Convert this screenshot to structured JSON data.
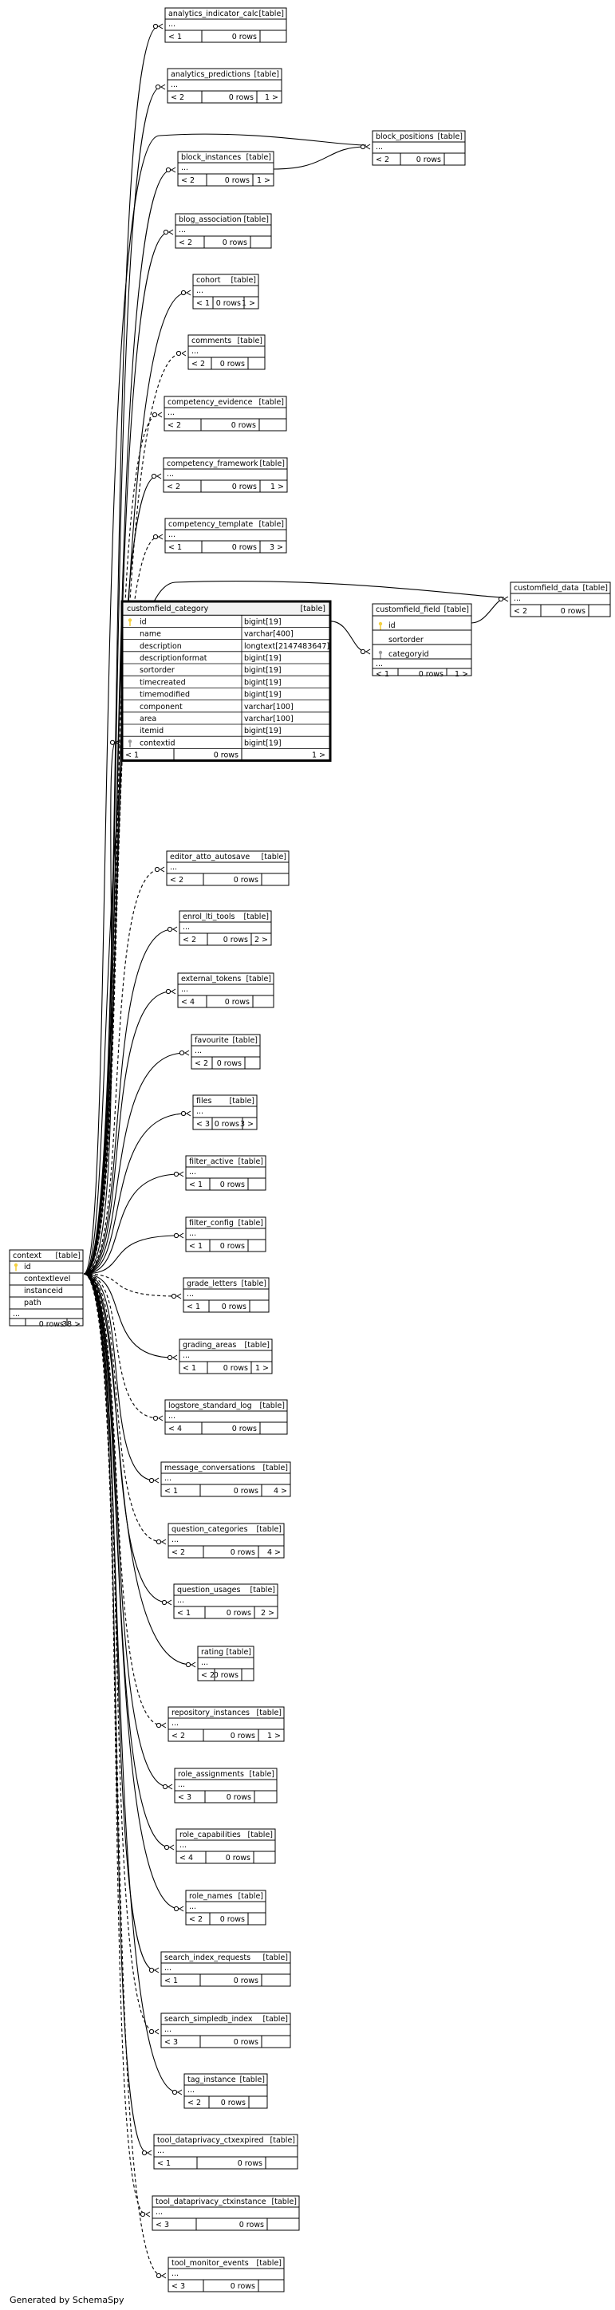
{
  "footer": "Generated by SchemaSpy",
  "tables": {
    "analytics_indicator_calc": {
      "name": "analytics_indicator_calc",
      "tag": "[table]",
      "ellipsis": "...",
      "parents": "< 1",
      "rows": "0 rows",
      "children": ""
    },
    "analytics_predictions": {
      "name": "analytics_predictions",
      "tag": "[table]",
      "ellipsis": "...",
      "parents": "< 2",
      "rows": "0 rows",
      "children": "1 >"
    },
    "block_positions": {
      "name": "block_positions",
      "tag": "[table]",
      "ellipsis": "...",
      "parents": "< 2",
      "rows": "0 rows",
      "children": ""
    },
    "block_instances": {
      "name": "block_instances",
      "tag": "[table]",
      "ellipsis": "...",
      "parents": "< 2",
      "rows": "0 rows",
      "children": "1 >"
    },
    "blog_association": {
      "name": "blog_association",
      "tag": "[table]",
      "ellipsis": "...",
      "parents": "< 2",
      "rows": "0 rows",
      "children": ""
    },
    "cohort": {
      "name": "cohort",
      "tag": "[table]",
      "ellipsis": "...",
      "parents": "< 1",
      "rows": "0 rows",
      "children": "1 >"
    },
    "comments": {
      "name": "comments",
      "tag": "[table]",
      "ellipsis": "...",
      "parents": "< 2",
      "rows": "0 rows",
      "children": ""
    },
    "competency_evidence": {
      "name": "competency_evidence",
      "tag": "[table]",
      "ellipsis": "...",
      "parents": "< 2",
      "rows": "0 rows",
      "children": ""
    },
    "competency_framework": {
      "name": "competency_framework",
      "tag": "[table]",
      "ellipsis": "...",
      "parents": "< 2",
      "rows": "0 rows",
      "children": "1 >"
    },
    "competency_template": {
      "name": "competency_template",
      "tag": "[table]",
      "ellipsis": "...",
      "parents": "< 1",
      "rows": "0 rows",
      "children": "3 >"
    },
    "customfield_data": {
      "name": "customfield_data",
      "tag": "[table]",
      "ellipsis": "...",
      "parents": "< 2",
      "rows": "0 rows",
      "children": ""
    },
    "customfield_field": {
      "name": "customfield_field",
      "tag": "[table]",
      "ellipsis": "...",
      "parents": "< 1",
      "rows": "0 rows",
      "children": "1 >",
      "columns": [
        {
          "name": "id",
          "key": "pk"
        },
        {
          "name": "sortorder",
          "key": ""
        },
        {
          "name": "categoryid",
          "key": "fk"
        }
      ]
    },
    "customfield_category": {
      "name": "customfield_category",
      "tag": "[table]",
      "parents": "< 1",
      "rows": "0 rows",
      "children": "1 >",
      "columns": [
        {
          "name": "id",
          "type": "bigint[19]",
          "key": "pk"
        },
        {
          "name": "name",
          "type": "varchar[400]",
          "key": ""
        },
        {
          "name": "description",
          "type": "longtext[2147483647]",
          "key": ""
        },
        {
          "name": "descriptionformat",
          "type": "bigint[19]",
          "key": ""
        },
        {
          "name": "sortorder",
          "type": "bigint[19]",
          "key": ""
        },
        {
          "name": "timecreated",
          "type": "bigint[19]",
          "key": ""
        },
        {
          "name": "timemodified",
          "type": "bigint[19]",
          "key": ""
        },
        {
          "name": "component",
          "type": "varchar[100]",
          "key": ""
        },
        {
          "name": "area",
          "type": "varchar[100]",
          "key": ""
        },
        {
          "name": "itemid",
          "type": "bigint[19]",
          "key": ""
        },
        {
          "name": "contextid",
          "type": "bigint[19]",
          "key": "fk"
        }
      ]
    },
    "context": {
      "name": "context",
      "tag": "[table]",
      "ellipsis": "...",
      "parents": "",
      "rows": "0 rows",
      "children": "38 >",
      "columns": [
        {
          "name": "id",
          "key": "pk"
        },
        {
          "name": "contextlevel",
          "key": ""
        },
        {
          "name": "instanceid",
          "key": ""
        },
        {
          "name": "path",
          "key": ""
        }
      ]
    },
    "editor_atto_autosave": {
      "name": "editor_atto_autosave",
      "tag": "[table]",
      "ellipsis": "...",
      "parents": "< 2",
      "rows": "0 rows",
      "children": ""
    },
    "enrol_lti_tools": {
      "name": "enrol_lti_tools",
      "tag": "[table]",
      "ellipsis": "...",
      "parents": "< 2",
      "rows": "0 rows",
      "children": "2 >"
    },
    "external_tokens": {
      "name": "external_tokens",
      "tag": "[table]",
      "ellipsis": "...",
      "parents": "< 4",
      "rows": "0 rows",
      "children": ""
    },
    "favourite": {
      "name": "favourite",
      "tag": "[table]",
      "ellipsis": "...",
      "parents": "< 2",
      "rows": "0 rows",
      "children": ""
    },
    "files": {
      "name": "files",
      "tag": "[table]",
      "ellipsis": "...",
      "parents": "< 3",
      "rows": "0 rows",
      "children": "3 >"
    },
    "filter_active": {
      "name": "filter_active",
      "tag": "[table]",
      "ellipsis": "...",
      "parents": "< 1",
      "rows": "0 rows",
      "children": ""
    },
    "filter_config": {
      "name": "filter_config",
      "tag": "[table]",
      "ellipsis": "...",
      "parents": "< 1",
      "rows": "0 rows",
      "children": ""
    },
    "grade_letters": {
      "name": "grade_letters",
      "tag": "[table]",
      "ellipsis": "...",
      "parents": "< 1",
      "rows": "0 rows",
      "children": ""
    },
    "grading_areas": {
      "name": "grading_areas",
      "tag": "[table]",
      "ellipsis": "...",
      "parents": "< 1",
      "rows": "0 rows",
      "children": "1 >"
    },
    "logstore_standard_log": {
      "name": "logstore_standard_log",
      "tag": "[table]",
      "ellipsis": "...",
      "parents": "< 4",
      "rows": "0 rows",
      "children": ""
    },
    "message_conversations": {
      "name": "message_conversations",
      "tag": "[table]",
      "ellipsis": "...",
      "parents": "< 1",
      "rows": "0 rows",
      "children": "4 >"
    },
    "question_categories": {
      "name": "question_categories",
      "tag": "[table]",
      "ellipsis": "...",
      "parents": "< 2",
      "rows": "0 rows",
      "children": "4 >"
    },
    "question_usages": {
      "name": "question_usages",
      "tag": "[table]",
      "ellipsis": "...",
      "parents": "< 1",
      "rows": "0 rows",
      "children": "2 >"
    },
    "rating": {
      "name": "rating",
      "tag": "[table]",
      "ellipsis": "...",
      "parents": "< 2",
      "rows": "0 rows",
      "children": ""
    },
    "repository_instances": {
      "name": "repository_instances",
      "tag": "[table]",
      "ellipsis": "...",
      "parents": "< 2",
      "rows": "0 rows",
      "children": "1 >"
    },
    "role_assignments": {
      "name": "role_assignments",
      "tag": "[table]",
      "ellipsis": "...",
      "parents": "< 3",
      "rows": "0 rows",
      "children": ""
    },
    "role_capabilities": {
      "name": "role_capabilities",
      "tag": "[table]",
      "ellipsis": "...",
      "parents": "< 4",
      "rows": "0 rows",
      "children": ""
    },
    "role_names": {
      "name": "role_names",
      "tag": "[table]",
      "ellipsis": "...",
      "parents": "< 2",
      "rows": "0 rows",
      "children": ""
    },
    "search_index_requests": {
      "name": "search_index_requests",
      "tag": "[table]",
      "ellipsis": "...",
      "parents": "< 1",
      "rows": "0 rows",
      "children": ""
    },
    "search_simpledb_index": {
      "name": "search_simpledb_index",
      "tag": "[table]",
      "ellipsis": "...",
      "parents": "< 3",
      "rows": "0 rows",
      "children": ""
    },
    "tag_instance": {
      "name": "tag_instance",
      "tag": "[table]",
      "ellipsis": "...",
      "parents": "< 2",
      "rows": "0 rows",
      "children": ""
    },
    "tool_dataprivacy_ctxexpired": {
      "name": "tool_dataprivacy_ctxexpired",
      "tag": "[table]",
      "ellipsis": "...",
      "parents": "< 1",
      "rows": "0 rows",
      "children": ""
    },
    "tool_dataprivacy_ctxinstance": {
      "name": "tool_dataprivacy_ctxinstance",
      "tag": "[table]",
      "ellipsis": "...",
      "parents": "< 3",
      "rows": "0 rows",
      "children": ""
    },
    "tool_monitor_events": {
      "name": "tool_monitor_events",
      "tag": "[table]",
      "ellipsis": "...",
      "parents": "< 3",
      "rows": "0 rows",
      "children": ""
    }
  },
  "colors": {
    "line": "#000000",
    "pk_icon": "#f4d03f",
    "fk_icon": "#9b9b9b",
    "header_bg": "#f2f2f2"
  }
}
